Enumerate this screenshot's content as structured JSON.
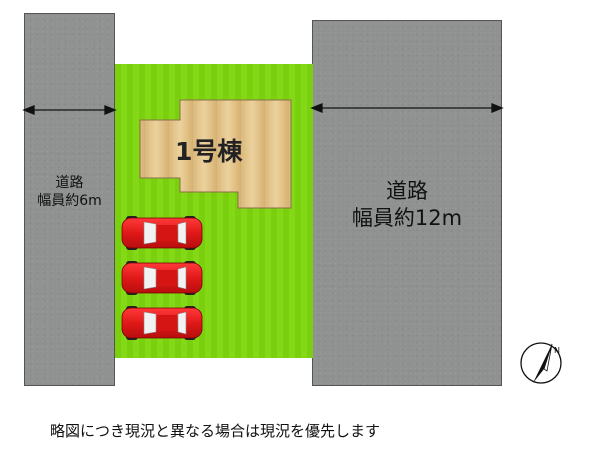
{
  "roads": {
    "left": {
      "label_line1": "道路",
      "label_line2": "幅員約6m"
    },
    "right": {
      "label_line1": "道路",
      "label_line2": "幅員約12m"
    }
  },
  "house": {
    "label": "1号棟"
  },
  "parking": {
    "car_count": 3,
    "car_color": "#e01818"
  },
  "compass": {
    "icon": "north-arrow-icon",
    "letter": "N"
  },
  "footer": {
    "note": "略図につき現況と異なる場合は現況を優先します"
  },
  "colors": {
    "road": "#8f9290",
    "lot": "#7fd80f",
    "house": "#e3c48c"
  }
}
